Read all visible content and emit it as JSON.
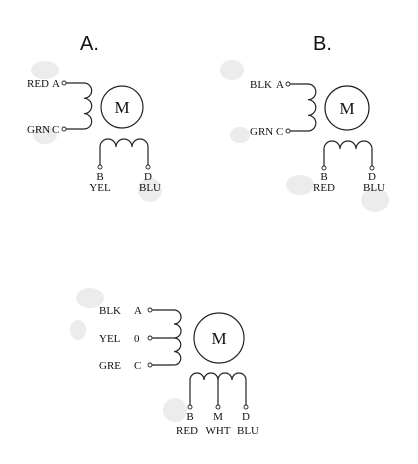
{
  "diagrams": [
    {
      "heading": "A.",
      "motor_label": "M",
      "left_terminals": [
        {
          "color": "RED",
          "letter": "A"
        },
        {
          "color": "GRN",
          "letter": "C"
        }
      ],
      "bottom_terminals": [
        {
          "letter": "B",
          "color": "YEL"
        },
        {
          "letter": "D",
          "color": "BLU"
        }
      ]
    },
    {
      "heading": "B.",
      "motor_label": "M",
      "left_terminals": [
        {
          "color": "BLK",
          "letter": "A"
        },
        {
          "color": "GRN",
          "letter": "C"
        }
      ],
      "bottom_terminals": [
        {
          "letter": "B",
          "color": "RED"
        },
        {
          "letter": "D",
          "color": "BLU"
        }
      ]
    },
    {
      "heading": "",
      "motor_label": "M",
      "left_terminals": [
        {
          "color": "BLK",
          "letter": "A"
        },
        {
          "color": "YEL",
          "letter": "0"
        },
        {
          "color": "GRE",
          "letter": "C"
        }
      ],
      "bottom_terminals": [
        {
          "letter": "B",
          "color": "RED"
        },
        {
          "letter": "M",
          "color": "WHT"
        },
        {
          "letter": "D",
          "color": "BLU"
        }
      ]
    }
  ]
}
